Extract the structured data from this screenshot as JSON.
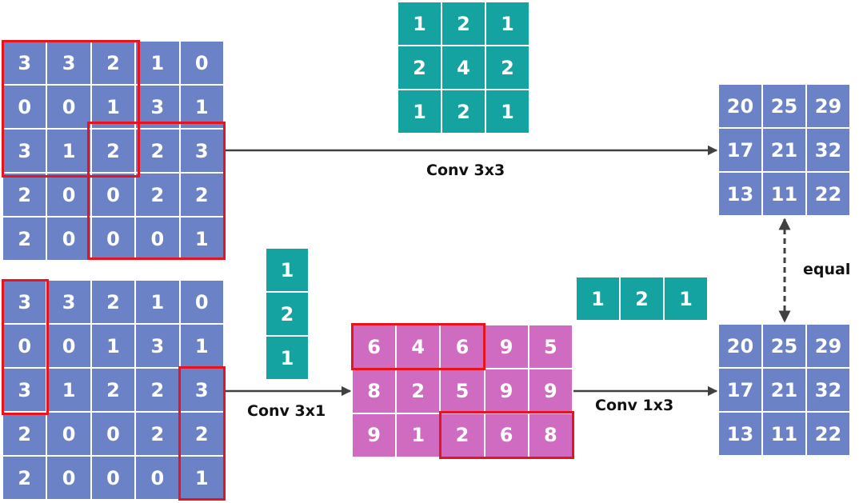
{
  "input_top": [
    [
      3,
      3,
      2,
      1,
      0
    ],
    [
      0,
      0,
      1,
      3,
      1
    ],
    [
      3,
      1,
      2,
      2,
      3
    ],
    [
      2,
      0,
      0,
      2,
      2
    ],
    [
      2,
      0,
      0,
      0,
      1
    ]
  ],
  "input_bottom": [
    [
      3,
      3,
      2,
      1,
      0
    ],
    [
      0,
      0,
      1,
      3,
      1
    ],
    [
      3,
      1,
      2,
      2,
      3
    ],
    [
      2,
      0,
      0,
      2,
      2
    ],
    [
      2,
      0,
      0,
      0,
      1
    ]
  ],
  "kernel_3x3": [
    [
      1,
      2,
      1
    ],
    [
      2,
      4,
      2
    ],
    [
      1,
      2,
      1
    ]
  ],
  "kernel_3x1": [
    [
      1
    ],
    [
      2
    ],
    [
      1
    ]
  ],
  "kernel_1x3": [
    [
      1,
      2,
      1
    ]
  ],
  "intermediate": [
    [
      6,
      4,
      6,
      9,
      5
    ],
    [
      8,
      2,
      5,
      9,
      9
    ],
    [
      9,
      1,
      2,
      6,
      8
    ]
  ],
  "output_top": [
    [
      20,
      25,
      29
    ],
    [
      17,
      21,
      32
    ],
    [
      13,
      11,
      22
    ]
  ],
  "output_bottom": [
    [
      20,
      25,
      29
    ],
    [
      17,
      21,
      32
    ],
    [
      13,
      11,
      22
    ]
  ],
  "labels": {
    "conv_3x3": "Conv 3x3",
    "conv_3x1": "Conv 3x1",
    "conv_1x3": "Conv 1x3",
    "equal": "equal"
  },
  "colors": {
    "input": "#6b82c7",
    "kernel": "#14a3a0",
    "intermediate": "#cf6bc0",
    "highlight": "#e8131d",
    "arrow": "#404040"
  }
}
